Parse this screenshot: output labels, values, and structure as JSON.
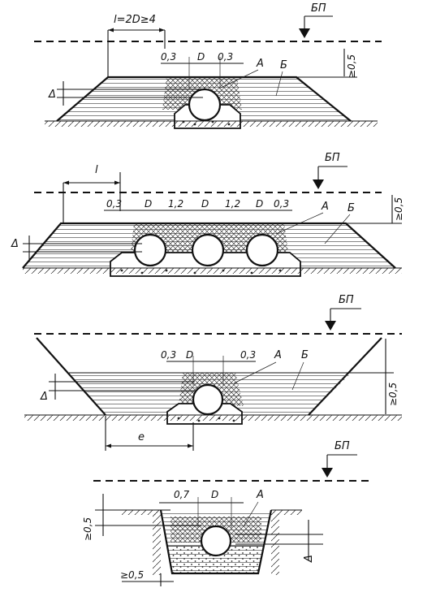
{
  "labels": {
    "bp": "БП",
    "a": "А",
    "b": "Б",
    "delta": "Δ",
    "l": "l",
    "l_formula": "l=2D≥4",
    "d": "D",
    "e": "e",
    "v03": "0,3",
    "v12": "1,2",
    "v07": "0,7",
    "ge05": "≥0,5",
    "ge05b": "≥0,5"
  }
}
